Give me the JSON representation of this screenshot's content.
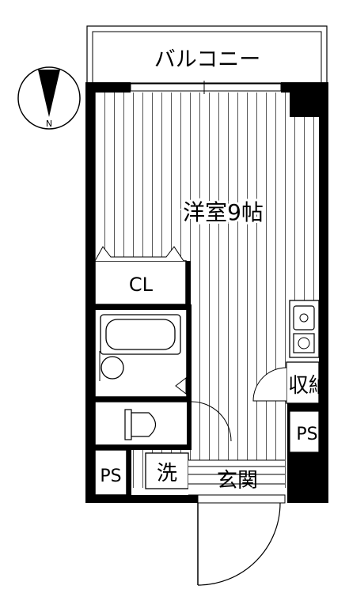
{
  "compass": {
    "north_label": "N",
    "icon": "compass-icon"
  },
  "rooms": {
    "balcony": "バルコニー",
    "western_room": "洋室9帖",
    "closet": "CL",
    "storage": "収納",
    "pipe_space_right": "PS",
    "pipe_space_left": "PS",
    "washer": "洗",
    "entrance": "玄関"
  },
  "colors": {
    "wall": "#000000",
    "floor_line": "#555555",
    "background": "#ffffff"
  }
}
